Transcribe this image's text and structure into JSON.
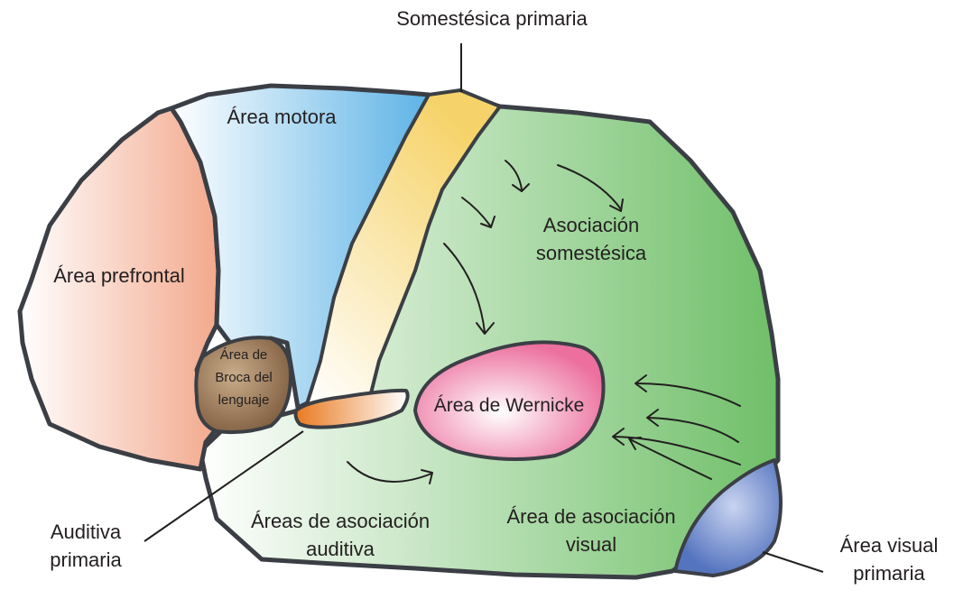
{
  "labels": {
    "somatosensory_primary": "Somestésica primaria",
    "motor": "Área motora",
    "prefrontal": "Área prefrontal",
    "broca_line1": "Área de",
    "broca_line2": "Broca del",
    "broca_line3": "lenguaje",
    "somatosensory_assoc_line1": "Asociación",
    "somatosensory_assoc_line2": "somestésica",
    "wernicke": "Área de Wernicke",
    "auditory_primary_line1": "Auditiva",
    "auditory_primary_line2": "primaria",
    "auditory_assoc_line1": "Áreas de asociación",
    "auditory_assoc_line2": "auditiva",
    "visual_assoc_line1": "Área de asociación",
    "visual_assoc_line2": "visual",
    "visual_primary_line1": "Área visual",
    "visual_primary_line2": "primaria"
  },
  "colors": {
    "outline": "#3b3f45",
    "prefrontal": "#f3a88c",
    "motor": "#5db3e6",
    "somatosensory": "#f6d36a",
    "association": "#7cc070",
    "wernicke": "#ec79a3",
    "broca": "#8b6a4c",
    "auditory": "#e9822d",
    "visual": "#5d7fc3"
  }
}
